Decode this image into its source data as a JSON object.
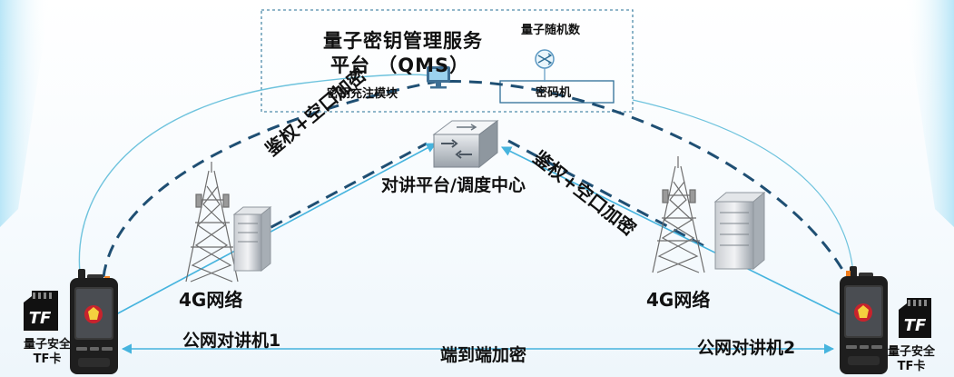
{
  "qms": {
    "title_line1": "量子密钥管理服务",
    "title_line2": "平台 （QMS）",
    "random_label": "量子随机数",
    "cipher_label": "密码机",
    "fill_module_label": "密钥充注模块"
  },
  "platform_label": "对讲平台/调度中心",
  "auth_left": "鉴权+空口加密",
  "auth_right": "鉴权+空口加密",
  "network_left": "4G网络",
  "network_right": "4G网络",
  "terminal_left": "公网对讲机1",
  "terminal_right": "公网对讲机2",
  "e2e_label": "端到端加密",
  "tf_card_left": [
    "量子安全",
    "TF卡"
  ],
  "tf_card_right": [
    "量子安全",
    "TF卡"
  ],
  "tf_logo": "TF",
  "colors": {
    "link": "#46b4de",
    "dashed": "#1f4f73",
    "qms_box": "#4f8cab"
  },
  "icons": [
    "monitor-icon",
    "random-number-icon",
    "switch-router-icon",
    "cell-tower-icon",
    "server-icon",
    "walkie-talkie-icon",
    "tf-card-icon"
  ]
}
